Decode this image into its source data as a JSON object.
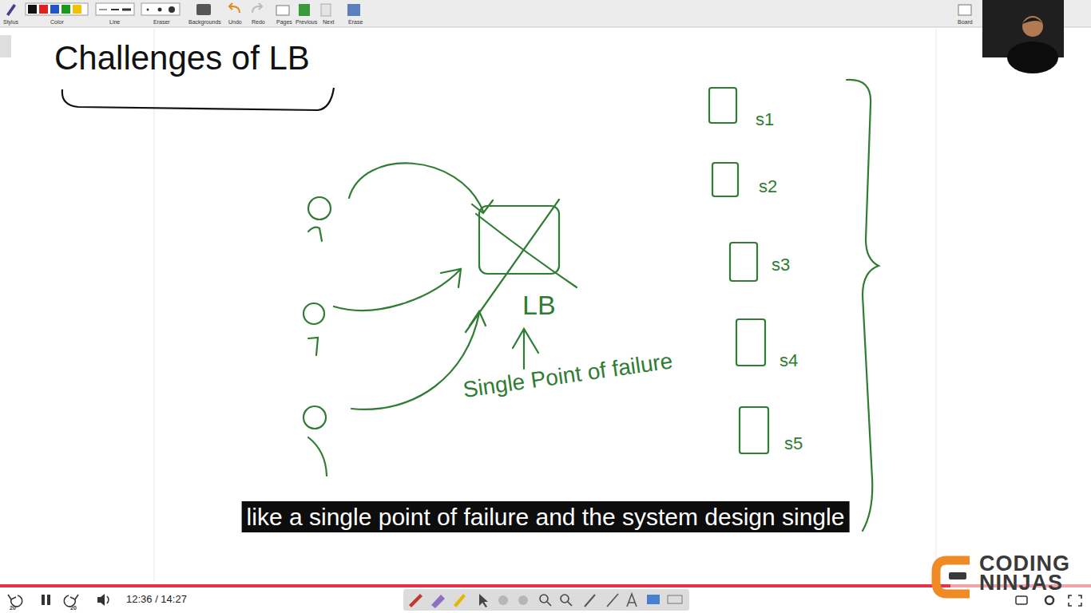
{
  "diagram": {
    "title": "Challenges of LB",
    "nodes": [
      {
        "text": [
          "LB"
        ]
      },
      {
        "text": [
          "s1"
        ]
      },
      {
        "text": [
          "s2"
        ]
      },
      {
        "text": [
          "s3"
        ]
      },
      {
        "text": [
          "s4"
        ]
      },
      {
        "text": [
          "s5"
        ]
      }
    ],
    "labels": [
      "Single Point of failure",
      "like a single point of failure and the system design single",
      "Stylus",
      "Color",
      "Line",
      "Eraser",
      "Backgrounds",
      "Undo",
      "Redo",
      "Pages",
      "Previous",
      "Next",
      "Erase",
      "Board",
      "20",
      "20",
      "12:36 / 14:27",
      "CODING",
      "NINJAS"
    ]
  }
}
